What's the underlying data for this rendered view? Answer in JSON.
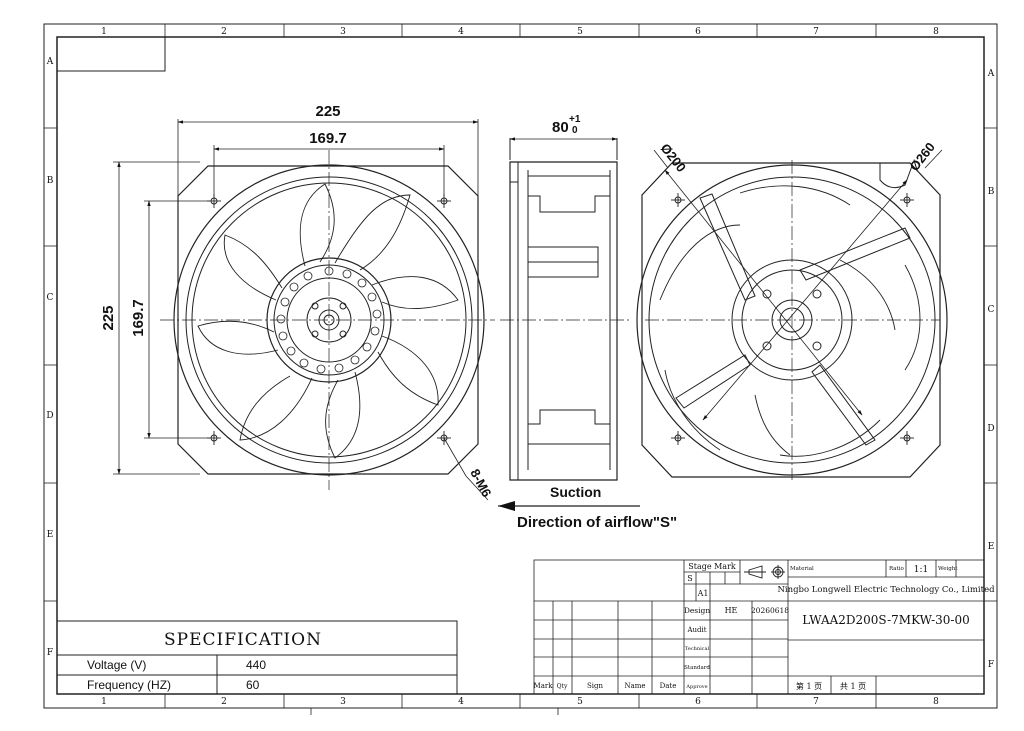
{
  "grid": {
    "columns": [
      "1",
      "2",
      "3",
      "4",
      "5",
      "6",
      "7",
      "8"
    ],
    "rows_left": [
      "A",
      "B",
      "C",
      "D",
      "E",
      "F"
    ],
    "rows_right": [
      "A",
      "B",
      "C",
      "D",
      "E",
      "F"
    ]
  },
  "dimensions": {
    "width_outer": "225",
    "width_holes": "169.7",
    "height_outer": "225",
    "height_holes": "169.7",
    "depth": "80",
    "depth_tol_upper": "+1",
    "depth_tol_lower": "0",
    "mount_holes": "8-M6",
    "dia_inner": "Ø200",
    "dia_outer": "Ø260"
  },
  "airflow": {
    "suction": "Suction",
    "direction": "Direction of airflow\"S\""
  },
  "specification": {
    "title": "SPECIFICATION",
    "rows": [
      {
        "label": "Voltage (V)",
        "value": "440"
      },
      {
        "label": "Frequency  (HZ)",
        "value": "60"
      }
    ]
  },
  "title_block": {
    "stage_mark": "Stage Mark",
    "stage_s": "S",
    "stage_a1": "A1",
    "material_label": "Material",
    "ratio_label": "Ratio",
    "ratio_value": "1:1",
    "weight_label": "Weight",
    "company": "Ningbo Longwell Electric Technology  Co., Limited",
    "drawing_no": "LWAA2D200S-7MKW-30-00",
    "design_label": "Design",
    "design_value": "HE",
    "design_date": "20260618",
    "audit_label": "Audit",
    "technical_label": "Technical",
    "standard_label": "Standard",
    "approve_label": "Approve",
    "mark_label": "Mark",
    "qty_label": "Qty",
    "sign_label": "Sign",
    "name_label": "Name",
    "date_label": "Date",
    "sheet_label": "第 1 页",
    "total_label": "共 1 页"
  }
}
